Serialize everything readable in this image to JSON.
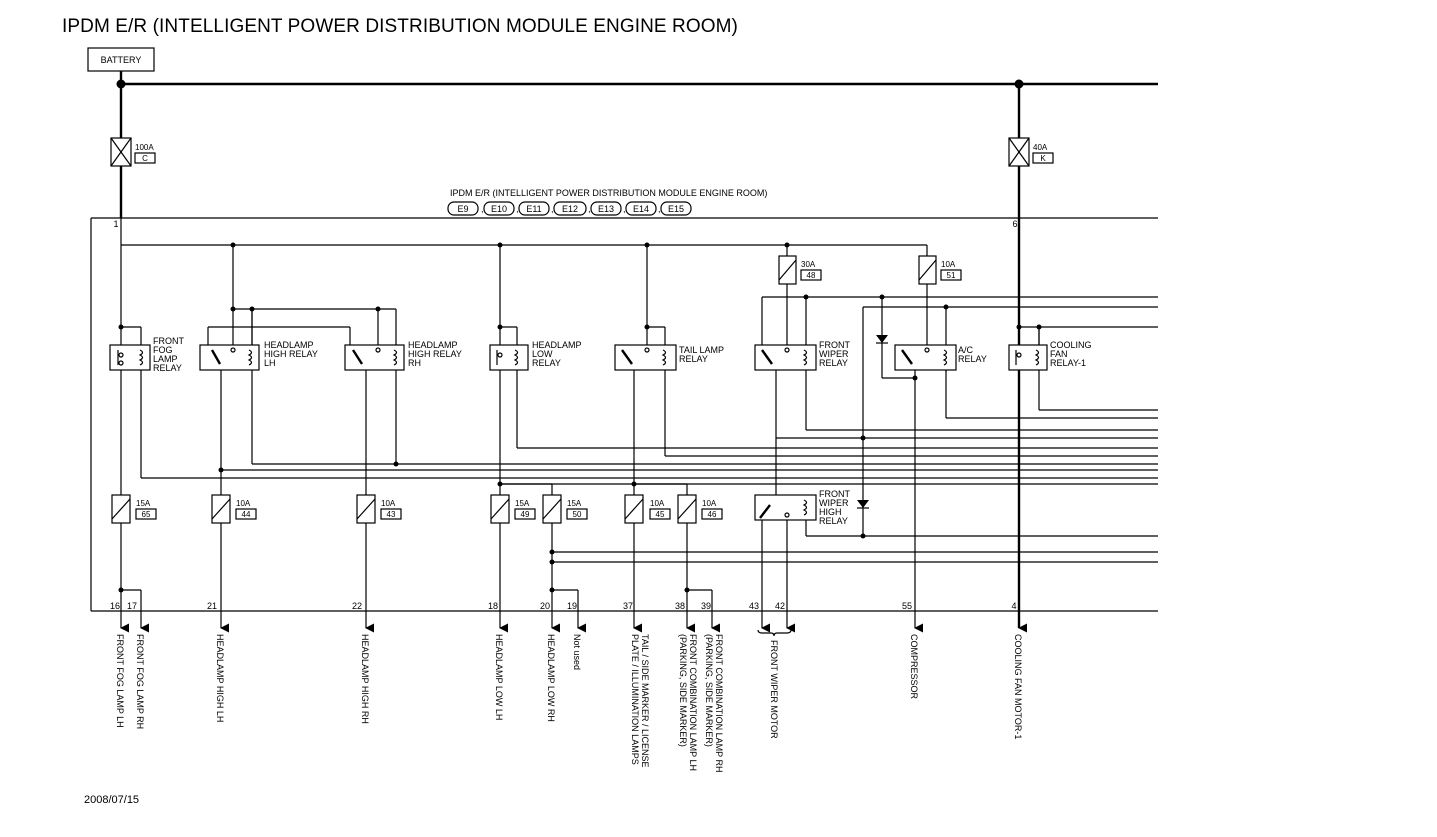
{
  "title": "IPDM E/R (INTELLIGENT POWER DISTRIBUTION MODULE ENGINE ROOM)",
  "battery": "BATTERY",
  "module_label": "IPDM E/R (INTELLIGENT POWER DISTRIBUTION MODULE ENGINE ROOM)",
  "connectors": [
    "E9",
    "E10",
    "E11",
    "E12",
    "E13",
    "E14",
    "E15"
  ],
  "main_fuses": [
    {
      "rating": "100A",
      "code": "C"
    },
    {
      "rating": "40A",
      "code": "K"
    }
  ],
  "feed_pins": [
    "1",
    "6"
  ],
  "relay_fuses": [
    {
      "rating": "30A",
      "code": "48"
    },
    {
      "rating": "10A",
      "code": "51"
    }
  ],
  "relays": [
    {
      "lines": [
        "FRONT",
        "FOG",
        "LAMP",
        "RELAY"
      ]
    },
    {
      "lines": [
        "HEADLAMP",
        "HIGH RELAY",
        "LH"
      ]
    },
    {
      "lines": [
        "HEADLAMP",
        "HIGH RELAY",
        "RH"
      ]
    },
    {
      "lines": [
        "HEADLAMP",
        "LOW",
        "RELAY"
      ]
    },
    {
      "lines": [
        "TAIL LAMP",
        "RELAY"
      ]
    },
    {
      "lines": [
        "FRONT",
        "WIPER",
        "RELAY"
      ]
    },
    {
      "lines": [
        "A/C",
        "RELAY"
      ]
    },
    {
      "lines": [
        "COOLING",
        "FAN",
        "RELAY-1"
      ]
    },
    {
      "lines": [
        "FRONT",
        "WIPER",
        "HIGH",
        "RELAY"
      ]
    }
  ],
  "fuses": [
    {
      "rating": "15A",
      "code": "65"
    },
    {
      "rating": "10A",
      "code": "44"
    },
    {
      "rating": "10A",
      "code": "43"
    },
    {
      "rating": "15A",
      "code": "49"
    },
    {
      "rating": "15A",
      "code": "50"
    },
    {
      "rating": "10A",
      "code": "45"
    },
    {
      "rating": "10A",
      "code": "46"
    }
  ],
  "outputs": [
    {
      "pin": "16",
      "label": "FRONT FOG LAMP LH"
    },
    {
      "pin": "17",
      "label": "FRONT FOG LAMP RH"
    },
    {
      "pin": "21",
      "label": "HEADLAMP HIGH LH"
    },
    {
      "pin": "22",
      "label": "HEADLAMP HIGH RH"
    },
    {
      "pin": "18",
      "label": "HEADLAMP LOW LH"
    },
    {
      "pin": "20",
      "label": "HEADLAMP LOW RH"
    },
    {
      "pin": "19",
      "label": "Not used"
    },
    {
      "pin": "37",
      "label": "TAIL / SIDE MARKER / LICENSE PLATE / ILLUMINATION LAMPS"
    },
    {
      "pin": "38",
      "label": "FRONT COMBINATION LAMP LH (PARKING, SIDE MARKER)"
    },
    {
      "pin": "39",
      "label": "FRONT COMBINATION LAMP RH (PARKING, SIDE MARKER)"
    },
    {
      "pin": "43",
      "label": ""
    },
    {
      "pin": "42",
      "label": "FRONT WIPER MOTOR"
    },
    {
      "pin": "55",
      "label": "COMPRESSOR"
    },
    {
      "pin": "4",
      "label": "COOLING FAN MOTOR-1"
    }
  ],
  "date": "2008/07/15"
}
